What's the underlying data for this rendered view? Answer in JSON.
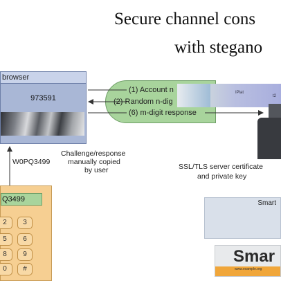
{
  "title": {
    "line1": "Secure channel cons",
    "line2": "with stegano"
  },
  "browser": {
    "title": "browser",
    "code": "973591"
  },
  "channel": {
    "items": [
      {
        "num": "(1)",
        "text": "Account n"
      },
      {
        "num": "(2)",
        "text": "Random n-dig"
      },
      {
        "num": "(6)",
        "text": "m-digit response"
      }
    ]
  },
  "annotation": {
    "challenge_line1": "Challenge/response",
    "challenge_line2": "manually copied",
    "challenge_line3": "by user",
    "code_up": "W0PQ3499",
    "ssl_line1": "SSL/TLS server certificate",
    "ssl_line2": "and private key"
  },
  "token": {
    "brand": "IPlat",
    "mark": "t2"
  },
  "keypad": {
    "display": "Q3499",
    "keys": [
      "2",
      "3",
      "5",
      "6",
      "8",
      "9",
      "0",
      "#"
    ]
  },
  "smart": {
    "label": "Smart",
    "logo": "Smar",
    "url": "www.example.org"
  },
  "colors": {
    "tunnel": "#a8d49c",
    "browser": "#a9b7d6",
    "keypad": "#f6cf92",
    "server": "#383a3f"
  }
}
